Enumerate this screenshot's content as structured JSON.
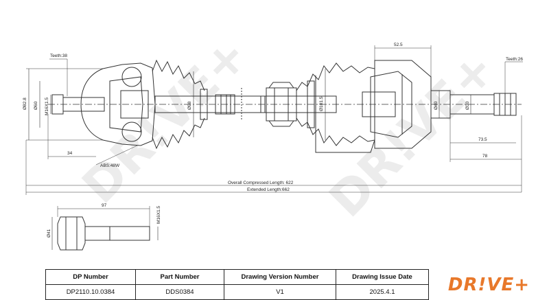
{
  "drawing": {
    "teeth_left": "Teeth:38",
    "teeth_right": "Teeth:26",
    "dim_52_5": "52.5",
    "dim_82_8": "Ø82.8",
    "dim_60": "Ø60",
    "dim_m16": "M16X1.5",
    "dim_98": "Ø98",
    "dim_101_5": "Ø101.5",
    "dim_40": "Ø40",
    "dim_30": "Ø30",
    "dim_34": "34",
    "abs": "ABS:48W",
    "dim_73_5": "73.5",
    "dim_78": "78",
    "overall_compressed": "Overall Compressed Length: 622",
    "extended": "Extended Length:662",
    "bolt_97": "97",
    "bolt_m16": "M16X1.5",
    "bolt_41": "Ø41",
    "watermark": "DR!VE+"
  },
  "table": {
    "headers": [
      "DP Number",
      "Part Number",
      "Drawing Version Number",
      "Drawing Issue Date"
    ],
    "values": [
      "DP2110.10.0384",
      "DDS0384",
      "V1",
      "2025.4.1"
    ],
    "logo": "DR!VE+"
  },
  "colors": {
    "line": "#333333",
    "logo": "#e8782a",
    "watermark": "#ececec"
  }
}
